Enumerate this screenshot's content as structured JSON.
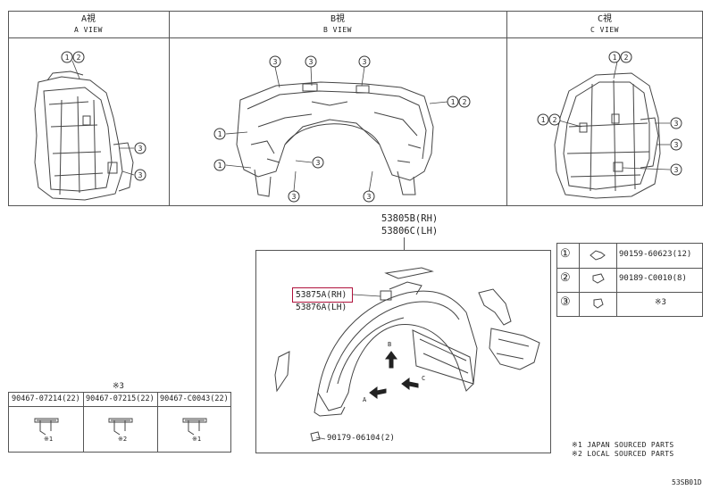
{
  "views": {
    "a": {
      "title": "A視",
      "subtitle": "A VIEW",
      "callouts": [
        "①②",
        "③",
        "③"
      ]
    },
    "b": {
      "title": "B視",
      "subtitle": "B VIEW",
      "callouts": [
        "③",
        "③",
        "③",
        "①②",
        "①",
        "①",
        "③",
        "③",
        "③"
      ]
    },
    "c": {
      "title": "C視",
      "subtitle": "C VIEW",
      "callouts": [
        "①②",
        "①②",
        "③",
        "③",
        "③"
      ]
    }
  },
  "main_assembly": {
    "part_rh": "53805B(RH)",
    "part_lh": "53806C(LH)",
    "highlighted_rh": "53875A(RH)",
    "highlighted_lh": "53876A(LH)",
    "bottom_part": "90179-06104(2)",
    "dir_labels": [
      "B",
      "C",
      "A"
    ]
  },
  "legend": [
    {
      "num": "①",
      "part": "90159-60623(12)"
    },
    {
      "num": "②",
      "part": "90189-C0010(8)"
    },
    {
      "num": "③",
      "part": "※3"
    }
  ],
  "fasteners": {
    "title": "※3",
    "items": [
      {
        "part": "90467-07214(22)",
        "note": "※1"
      },
      {
        "part": "90467-07215(22)",
        "note": "※2"
      },
      {
        "part": "90467-C0043(22)",
        "note": "※1"
      }
    ]
  },
  "notes": [
    "※1 JAPAN SOURCED PARTS",
    "※2 LOCAL SOURCED PARTS"
  ],
  "diagram_id": "53SB01D",
  "colors": {
    "highlight": "#b0123c",
    "line": "#444444"
  }
}
